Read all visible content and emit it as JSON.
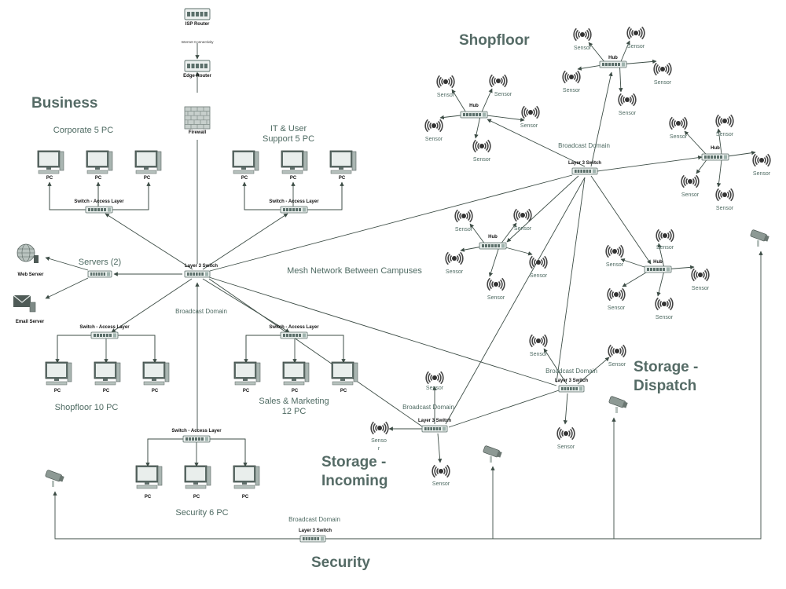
{
  "sections": {
    "business": "Business",
    "shopfloor": "Shopfloor",
    "storage_dispatch": "Storage -\nDispatch",
    "storage_incoming": "Storage -\nIncoming",
    "security": "Security"
  },
  "groups": {
    "corporate": "Corporate 5 PC",
    "it_support": "IT & User\nSupport 5 PC",
    "servers": "Servers (2)",
    "shopfloor_pc": "Shopfloor 10 PC",
    "sales": "Sales & Marketing\n12 PC",
    "security_pc": "Security 6 PC",
    "mesh": "Mesh Network Between Campuses"
  },
  "devices": {
    "isp_router": "ISP Router",
    "internet": "Internet Connectivity",
    "edge_router": "Edge Router",
    "firewall": "Firewall",
    "web_server": "Web Server",
    "email_server": "Email Server",
    "layer3": "Layer 3 Switch",
    "access": "Switch - Access Layer",
    "hub": "Hub",
    "pc": "PC",
    "sensor": "Sensor",
    "sensor_split": "Senso\nr"
  },
  "broadcast_domain": "Broadcast Domain",
  "colors": {
    "line": "#3d4d46",
    "device": "#5b6f6a",
    "text": "#4e6a62"
  }
}
